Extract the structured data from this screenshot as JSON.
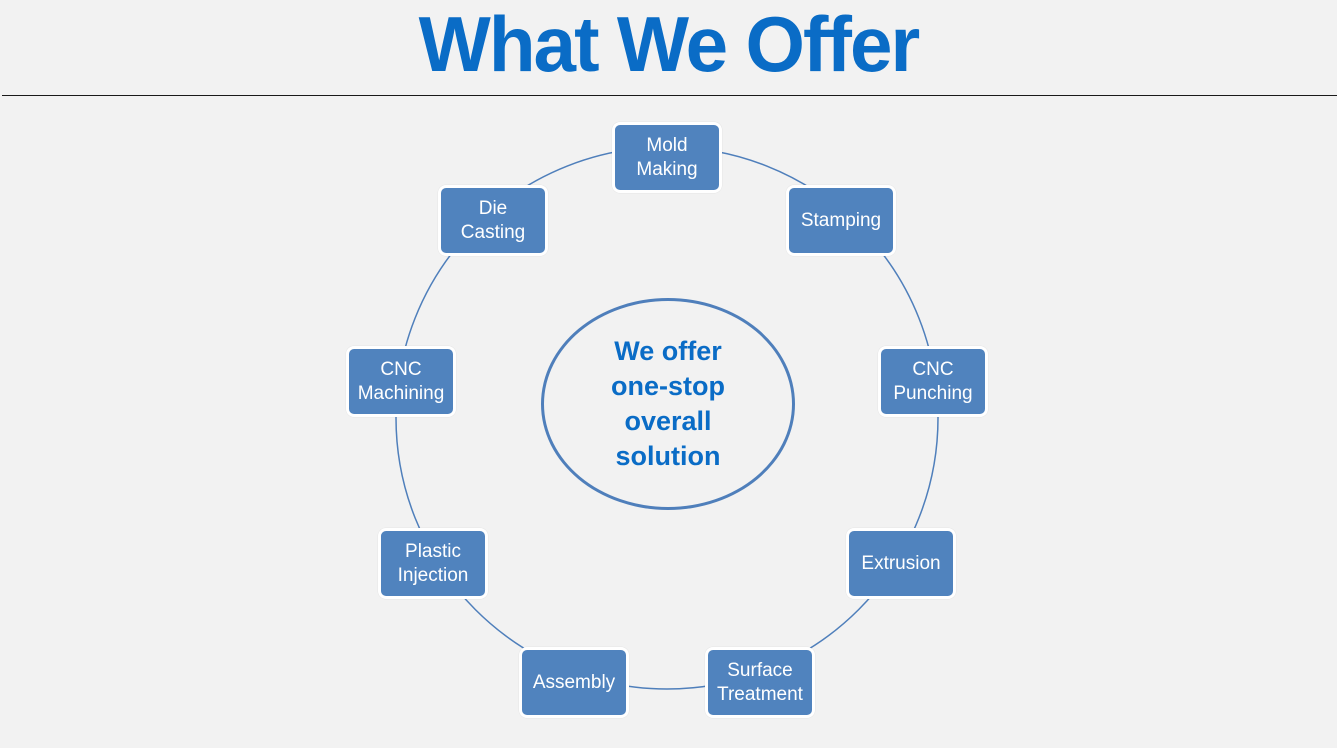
{
  "title": "What We Offer",
  "center_text": "We offer\none-stop\noverall\nsolution",
  "nodes": [
    {
      "label": "Mold\nMaking"
    },
    {
      "label": "Stamping"
    },
    {
      "label": "CNC\nPunching"
    },
    {
      "label": "Extrusion"
    },
    {
      "label": "Surface\nTreatment"
    },
    {
      "label": "Assembly"
    },
    {
      "label": "Plastic\nInjection"
    },
    {
      "label": "CNC\nMachining"
    },
    {
      "label": "Die\nCasting"
    }
  ],
  "colors": {
    "title": "#0a6cc6",
    "node_fill": "#5083be",
    "node_border": "#ffffff",
    "ring_line": "#4f7fbb",
    "center_text": "#0a6cc6",
    "background": "#f2f2f2"
  }
}
